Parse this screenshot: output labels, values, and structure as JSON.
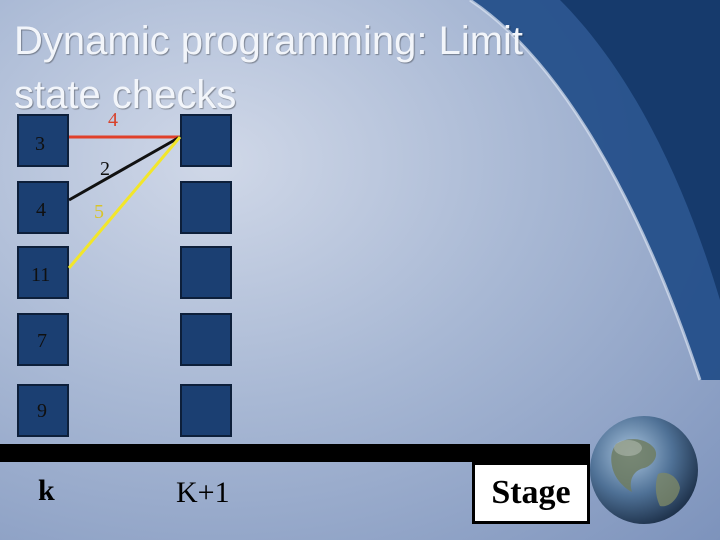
{
  "slide": {
    "title_line1": "Dynamic programming: Limit",
    "title_line2": "state checks"
  },
  "diagram": {
    "left_nodes": [
      "3",
      "4",
      "11",
      "7",
      "9"
    ],
    "edges": [
      {
        "label": "4",
        "color": "#e0402a"
      },
      {
        "label": "2",
        "color": "#111111"
      },
      {
        "label": "5",
        "color": "#f2e62a"
      }
    ]
  },
  "stage_axis": {
    "k_label": "k",
    "k1_label": "K+1",
    "stage_label": "Stage"
  },
  "colors": {
    "node_box": "#1b3f72",
    "accent_dark": "#123a6e"
  },
  "icons": [
    "globe-icon"
  ]
}
